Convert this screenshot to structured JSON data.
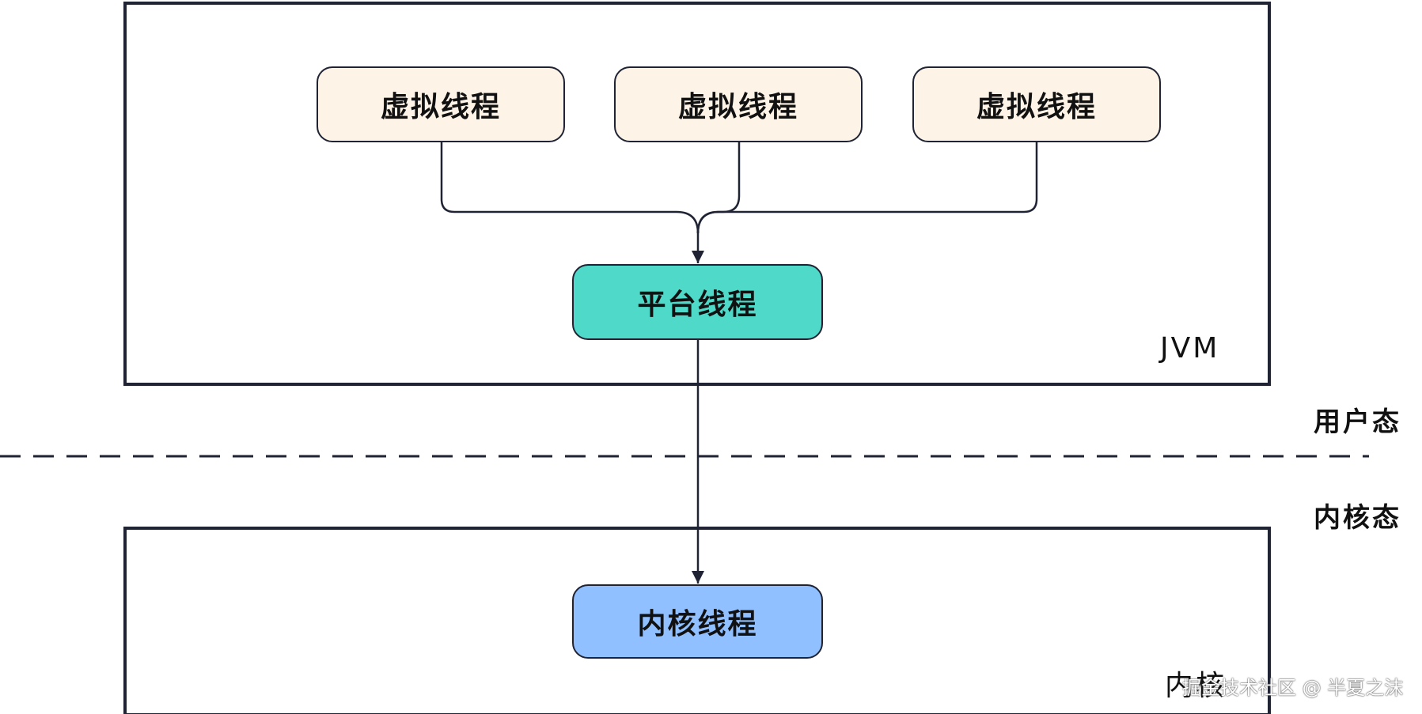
{
  "diagram": {
    "regions": {
      "jvm": {
        "label": "JVM"
      },
      "kernel": {
        "label": "内核"
      }
    },
    "virtual_threads": [
      {
        "label": "虚拟线程"
      },
      {
        "label": "虚拟线程"
      },
      {
        "label": "虚拟线程"
      }
    ],
    "platform_thread": {
      "label": "平台线程"
    },
    "kernel_thread": {
      "label": "内核线程"
    },
    "modes": {
      "user": "用户态",
      "kernel": "内核态"
    },
    "watermark": "掘金技术社区 @ 半夏之沫",
    "colors": {
      "virtual_thread_fill": "#fdf3e7",
      "platform_thread_fill": "#4fd9c8",
      "kernel_thread_fill": "#90c0ff",
      "stroke": "#1f2333"
    }
  }
}
